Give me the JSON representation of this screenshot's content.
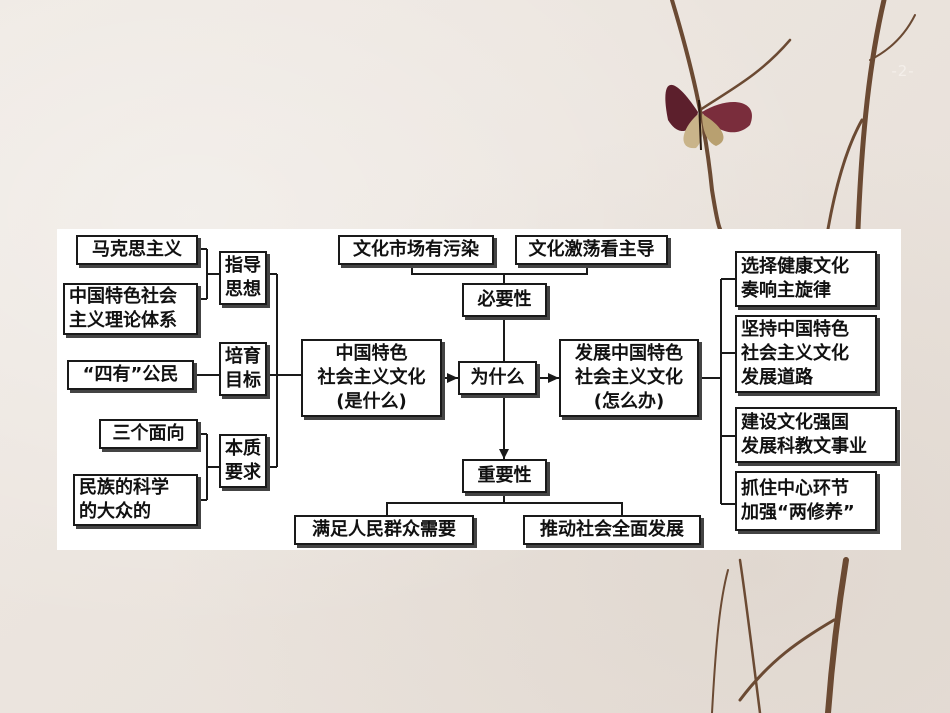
{
  "page_number": "-2-",
  "colors": {
    "box_border": "#1a1a1a",
    "shadow": "#444444",
    "panel": "#ffffff",
    "background": "#ece5df",
    "branch": "#6b4a33"
  },
  "icons": {
    "butterfly": "butterfly-icon"
  },
  "diagram": {
    "left": {
      "top_items": [
        "马克思主义",
        "中国特色社会\n主义理论体系"
      ],
      "guide_label": "指导\n思想",
      "mid_item": "“四有”公民",
      "train_label": "培育\n目标",
      "bottom_items": [
        "三个面向",
        "民族的科学\n的大众的"
      ],
      "essence_label": "本质\n要求"
    },
    "center": {
      "what": "中国特色\n社会主义文化\n(是什么)",
      "why": "为什么",
      "how": "发展中国特色\n社会主义文化\n(怎么办)",
      "necessity": "必要性",
      "necessity_items": [
        "文化市场有污染",
        "文化激荡看主导"
      ],
      "importance": "重要性",
      "importance_items": [
        "满足人民群众需要",
        "推动社会全面发展"
      ]
    },
    "right": {
      "items": [
        "选择健康文化\n奏响主旋律",
        "坚持中国特色\n社会主义文化\n发展道路",
        "建设文化强国\n发展科教文事业",
        "抓住中心环节\n加强“两修养”"
      ]
    }
  }
}
